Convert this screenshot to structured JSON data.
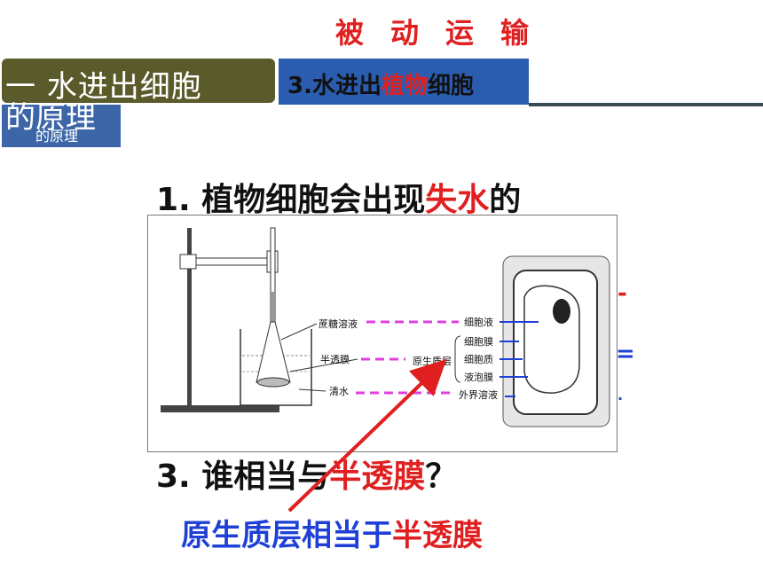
{
  "slide": {
    "title": "被动运输",
    "section_tab": "一 水进出细胞",
    "principle_label": "的原理",
    "principle_overlap": "的原理",
    "subsection": {
      "prefix": "3.水进出",
      "highlight": "植物",
      "suffix": "细胞"
    },
    "question1": {
      "prefix": "1. 植物细胞会出现",
      "highlight": "失水",
      "suffix": "的"
    },
    "question3": {
      "prefix": "3. 谁相当与",
      "highlight": "半透膜",
      "suffix": "？"
    },
    "answer": {
      "prefix": "原生质层相当于",
      "highlight": "半透膜"
    },
    "figure": {
      "labels": {
        "sucrose": "蔗糖溶液",
        "membrane": "半透膜",
        "water": "清水",
        "protoplast": "原生质层",
        "cell_sap": "细胞液",
        "cell_membrane": "细胞膜",
        "cytoplasm": "细胞质",
        "tonoplast": "液泡膜",
        "outer_solution": "外界溶液"
      }
    },
    "colors": {
      "red": "#e02020",
      "blue": "#1e40d6",
      "magenta": "#e040e0",
      "section_bg": "#5b5a2a",
      "subsection_bg": "#2a5db0",
      "principle_bg": "#3c66a8"
    }
  }
}
